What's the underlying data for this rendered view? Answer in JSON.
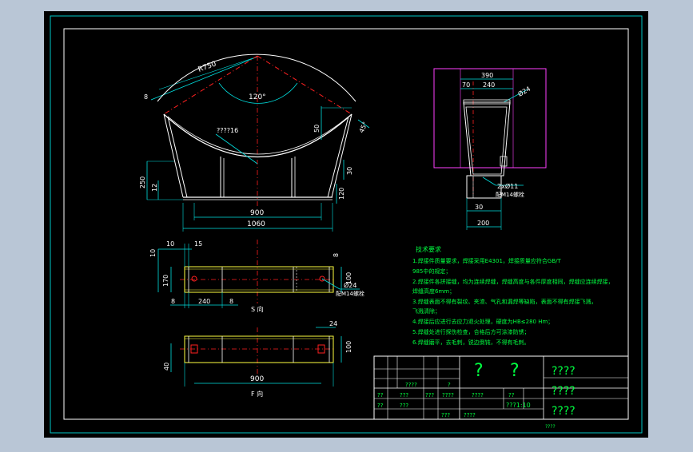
{
  "colors": {
    "window_bg": "#b9c6d6",
    "sheet": "#000000",
    "frame": "#00c8c8",
    "white": "#ffffff",
    "red": "#ff2020",
    "cyan": "#00e0e0",
    "green": "#00ff40",
    "yellow": "#ffff40",
    "magenta": "#ff40ff"
  },
  "main_view": {
    "radius": "R750",
    "mark_8": "8",
    "angle": "120°",
    "note_ref": "????16",
    "dim_50": "50",
    "angle_45": "45°",
    "dim_250": "250",
    "dim_12": "12",
    "dim_30": "30",
    "dim_120": "120",
    "dim_900": "900",
    "dim_1060": "1060"
  },
  "side_view": {
    "dim_390": "390",
    "dim_70": "70",
    "dim_240": "240",
    "dim_24": "Ø24",
    "holes": "2xØ11",
    "holes_note": "配M14螺栓",
    "dim_30": "30",
    "dim_200": "200"
  },
  "top_view": {
    "dim_10": "10",
    "dim_15": "15",
    "dim_10b": "10",
    "dim_8_right": "8",
    "dim_170": "170",
    "dim_100": "100",
    "dim_8a": "8",
    "dim_240": "240",
    "dim_8b": "8",
    "hole_dia": "Ø24",
    "hole_note": "配M14螺栓",
    "caption": "S 向"
  },
  "bottom_view": {
    "dim_24": "24",
    "dim_100": "100",
    "dim_40": "40",
    "dim_900": "900",
    "caption": "F 向"
  },
  "notes": {
    "title": "技术要求",
    "lines": [
      "1.焊接件质量要求，焊接采用E4301，焊接质量应符合GB/T",
      "  985中的规定；",
      "2.焊接件各拼接缝，均为连续焊缝，焊缝高度与各件厚度相同，焊缝应连续焊接，",
      "  焊缝高度6mm；",
      "3.焊缝表面不得有裂纹、夹渣、气孔和漏焊等缺陷，表面不得有焊接飞溅，",
      "  飞溅清除；",
      "4.焊接后应进行去应力退火处理，硬度为HB≤280 Hm；",
      "5.焊缝处进行探伤检查，合格后方可涂漆防锈；",
      "6.焊缝磨平，去毛刺，锐边倒钝，不得有毛刺。"
    ]
  },
  "title_block": {
    "sketch_a": "?",
    "sketch_b": "?",
    "name_r1": "????",
    "name_r2": "????",
    "name_r3": "????",
    "row_a": [
      "??",
      "???",
      "???",
      "????",
      "????"
    ],
    "row_b_left": [
      "??",
      "???"
    ],
    "row_b_right": [
      "??",
      "????",
      "???"
    ],
    "scale": "???1:10",
    "left_cells": [
      "????",
      "?"
    ],
    "foot": "????"
  }
}
